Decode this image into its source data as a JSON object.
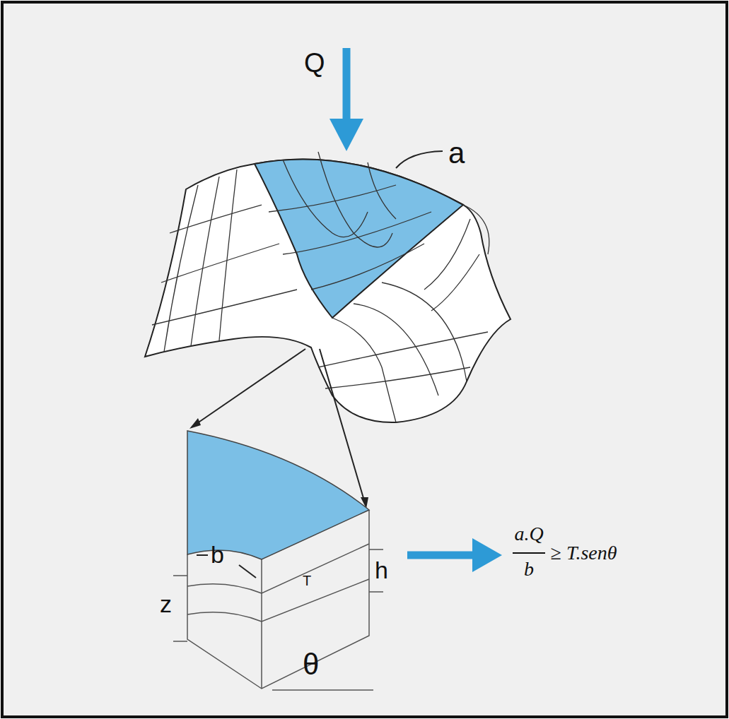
{
  "diagram": {
    "labels": [
      "Q",
      "a",
      "b",
      "z",
      "T",
      "h",
      "θ",
      "a.Q",
      "b",
      "≥ T.senθ"
    ]
  }
}
